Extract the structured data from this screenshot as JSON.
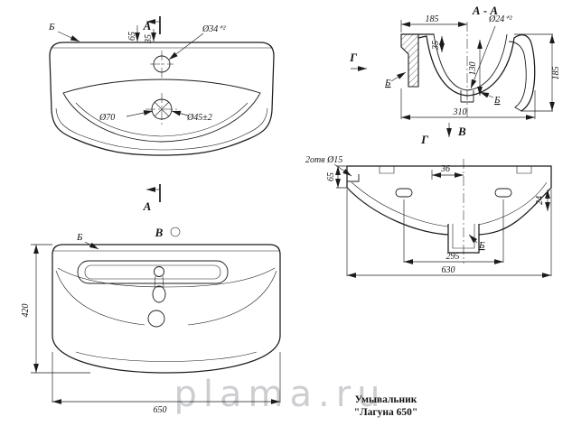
{
  "drawing": {
    "title_line1": "Умывальник",
    "title_line2": "\"Лагуна 650\"",
    "watermark": "plama.ru",
    "top_view": {
      "surface_label": "Б",
      "section_label_top": "А",
      "section_label_bottom": "А",
      "dim_65": "65",
      "dim_35": "35",
      "dia_faucet": "Ø34⁺²",
      "dia_70": "Ø70",
      "dia_drain": "Ø45±2"
    },
    "section_view": {
      "title": "А - А",
      "dim_185_top": "185",
      "dia_24": "Ø24⁺²",
      "dim_35": "35",
      "dim_130": "130",
      "dim_185_right": "185",
      "dim_310": "310",
      "view_label_g": "Г",
      "surface_label_1": "Б",
      "surface_label_2": "Б",
      "view_label_v": "В"
    },
    "bottom_view": {
      "view_label": "Г",
      "holes_note": "2отв Ø15",
      "dim_36": "36",
      "dim_65": "65",
      "dim_24": "24",
      "dim_295": "295",
      "dim_630": "630",
      "surface_label": "Б"
    },
    "front_view": {
      "view_label": "В",
      "surface_label": "Б",
      "dim_420": "420",
      "dim_650": "650"
    }
  }
}
